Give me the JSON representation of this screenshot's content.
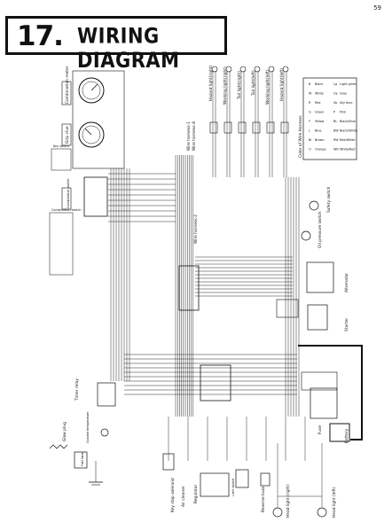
{
  "page": {
    "number": "59"
  },
  "title": {
    "section": "17.",
    "text": "WIRING DIAGRAM"
  },
  "diagram": {
    "lamps": [
      "Hazard light(right)",
      "Working light(right)",
      "Tail light(right)",
      "Tail light(left)",
      "Working light(left)",
      "Hazard light(left)"
    ],
    "harnesses": [
      "Wire harness-1",
      "Wire harness-4",
      "Wire harness-2"
    ],
    "gauges": [
      "Combination meter",
      "Grip clue"
    ],
    "left_components": [
      "Key switch",
      "Combination switch",
      "Combination switch",
      "Timer relay",
      "Glow plug",
      "Coolant temperature",
      "Fuel tank"
    ],
    "right_components": [
      "Safety switch",
      "Oil pressure switch",
      "Alternator",
      "Starter",
      "Fuse",
      "Battery"
    ],
    "bottom_components": [
      "Key stop solenoid",
      "Air cleaner",
      "Regulator",
      "Limit switch",
      "Reverse buzz",
      "Head light (right)",
      "Head light (left)"
    ],
    "legend": {
      "title": "Color of Wire Harness",
      "items": [
        {
          "code": "B",
          "name": "Black"
        },
        {
          "code": "W",
          "name": "White"
        },
        {
          "code": "R",
          "name": "Red"
        },
        {
          "code": "G",
          "name": "Green"
        },
        {
          "code": "Y",
          "name": "Yellow"
        },
        {
          "code": "L",
          "name": "Blue"
        },
        {
          "code": "Br",
          "name": "Brown"
        },
        {
          "code": "O",
          "name": "Orange"
        },
        {
          "code": "Lg",
          "name": "Light green"
        },
        {
          "code": "Gy",
          "name": "Gray"
        },
        {
          "code": "Sb",
          "name": "Sky blue"
        },
        {
          "code": "P",
          "name": "Pink"
        },
        {
          "code": "BL",
          "name": "Black/Blue"
        },
        {
          "code": "BW",
          "name": "Black/White"
        },
        {
          "code": "RW",
          "name": "Red/White"
        },
        {
          "code": "WR",
          "name": "White/Red"
        }
      ]
    }
  }
}
